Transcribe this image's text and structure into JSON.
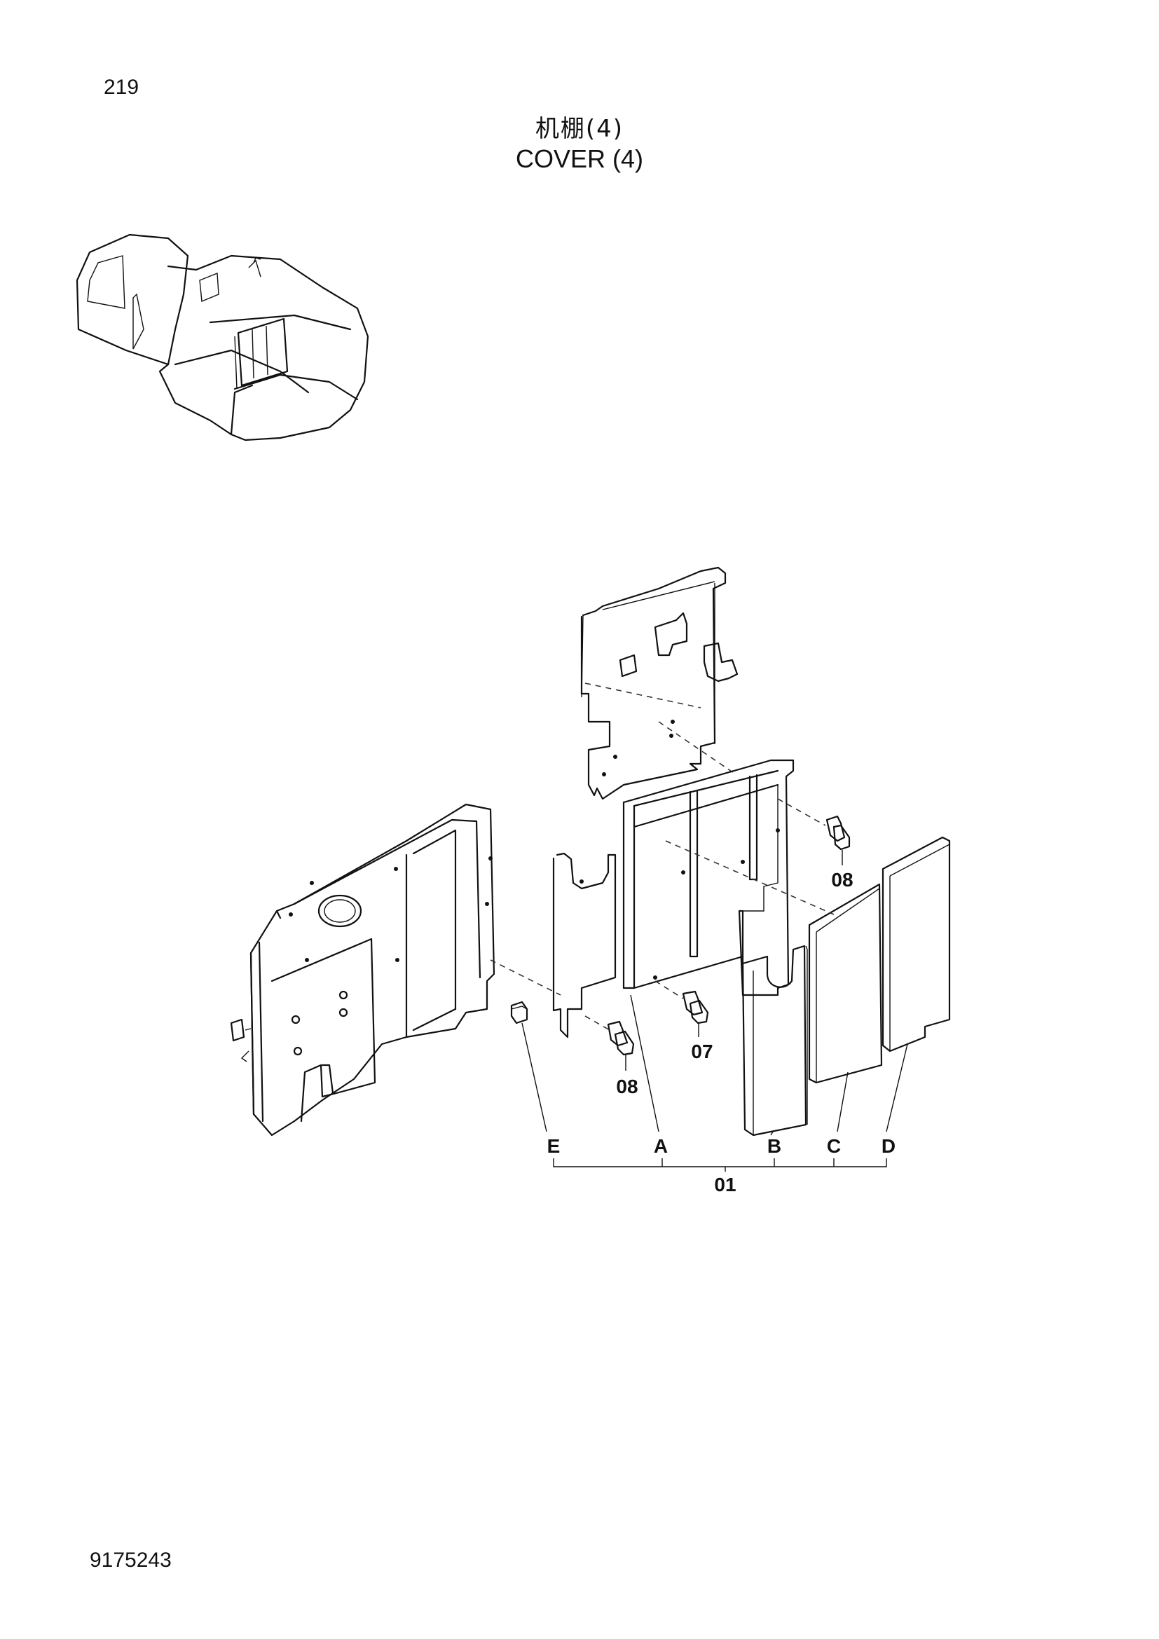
{
  "page_number": "219",
  "title_cn": "机棚(4)",
  "title_en": "COVER (4)",
  "doc_number": "9175243",
  "labels": {
    "part_01": "01",
    "part_07": "07",
    "part_08_right": "08",
    "part_08_left": "08",
    "A": "A",
    "B": "B",
    "C": "C",
    "D": "D",
    "E": "E"
  }
}
